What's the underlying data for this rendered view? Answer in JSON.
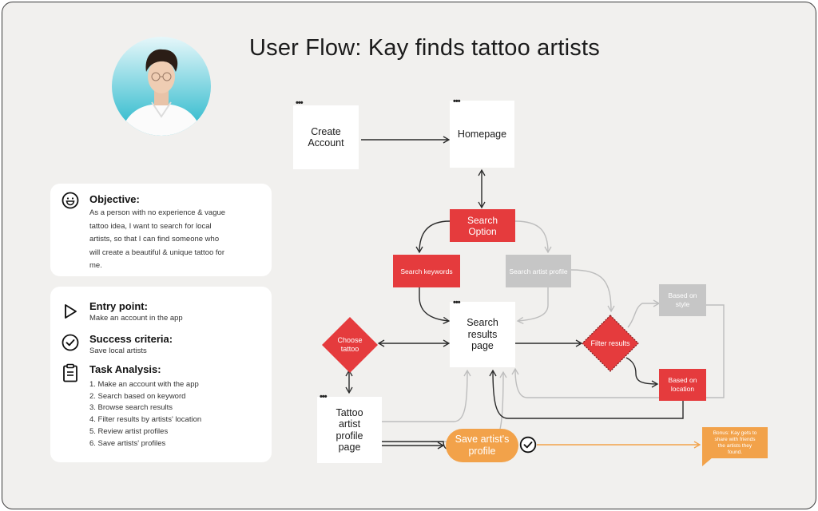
{
  "title": "User Flow: Kay finds tattoo artists",
  "persona": {
    "objective_heading": "Objective:",
    "objective_lines": [
      "As a person with no experience & vague",
      "tattoo idea, I want to search for local",
      "artists, so that I can find someone who",
      "will create a beautiful & unique tattoo for",
      "me."
    ],
    "entry_heading": "Entry point:",
    "entry_text": "Make an account in the app",
    "success_heading": "Success criteria:",
    "success_text": "Save local artists",
    "task_heading": "Task Analysis:",
    "tasks": [
      "1. Make an account with the app",
      "2. Search based on keyword",
      "3. Browse search results",
      "4. Filter results by artists' location",
      "5. Review artist profiles",
      "6. Save artists' profiles"
    ]
  },
  "icons": {
    "objective": "smile-icon",
    "entry": "play-triangle-icon",
    "success": "check-circle-icon",
    "task": "clipboard-icon"
  },
  "colors": {
    "red": "#e53b3d",
    "grey": "#c6c6c6",
    "orange": "#f2a24a",
    "background": "#f1f0ee"
  },
  "flow": {
    "dots": "•••",
    "create_account": [
      "Create",
      "Account"
    ],
    "homepage": "Homepage",
    "search_option": [
      "Search",
      "Option"
    ],
    "search_keywords": "Search keywords",
    "search_artist_profile": "Search artist profile",
    "search_results": [
      "Search",
      "results",
      "page"
    ],
    "choose_tattoo": [
      "Choose",
      "tattoo"
    ],
    "filter_results": "Filter results",
    "based_on_style": [
      "Based on",
      "style"
    ],
    "based_on_location": [
      "Based on",
      "location"
    ],
    "tattoo_artist_profile": [
      "Tattoo",
      "artist",
      "profile",
      "page"
    ],
    "save_profile": [
      "Save artist's",
      "profile"
    ],
    "bonus": [
      "Bonus: Kay gets to",
      "share with friends",
      "the artists they",
      "found."
    ]
  }
}
